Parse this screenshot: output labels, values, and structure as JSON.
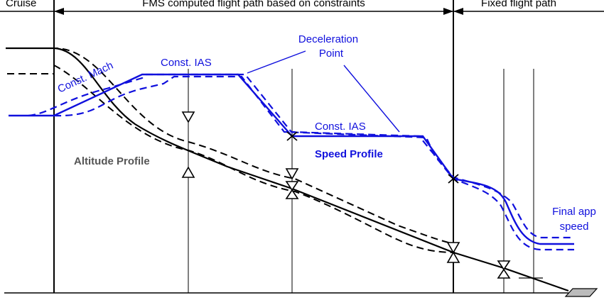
{
  "header": {
    "cruise": "Cruise",
    "fms": "FMS computed flight path based on constraints",
    "fixed": "Fixed flight path"
  },
  "labels": {
    "const_mach": "Const. Mach",
    "const_ias_1": "Const. IAS",
    "decel_line1": "Deceleration",
    "decel_line2": "Point",
    "const_ias_2": "Const. IAS",
    "speed_profile": "Speed Profile",
    "altitude_profile": "Altitude Profile",
    "final_line1": "Final app",
    "final_line2": "speed"
  },
  "colors": {
    "altitude": "#000000",
    "speed": "#1010dd",
    "altitude_label": "#555555",
    "runway": "#bbbbbb"
  }
}
